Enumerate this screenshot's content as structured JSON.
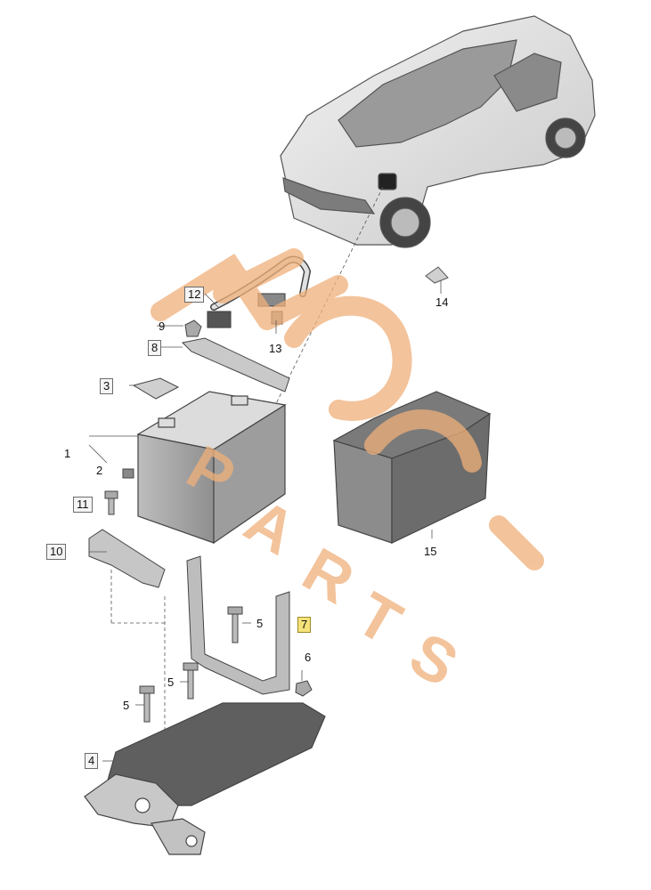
{
  "callouts": {
    "c1": "1",
    "c2": "2",
    "c3": "3",
    "c4": "4",
    "c5a": "5",
    "c5b": "5",
    "c5c": "5",
    "c6": "6",
    "c7": "7",
    "c8": "8",
    "c9": "9",
    "c10": "10",
    "c11": "11",
    "c12": "12",
    "c13": "13",
    "c14": "14",
    "c15": "15"
  },
  "watermark": {
    "brand": "EPC PARTS",
    "color": "#f0b07a"
  },
  "colors": {
    "line": "#333333",
    "part_fill": "#d8d8d8",
    "dark_fill": "#6e6e6e",
    "highlight": "#f6e27a"
  }
}
